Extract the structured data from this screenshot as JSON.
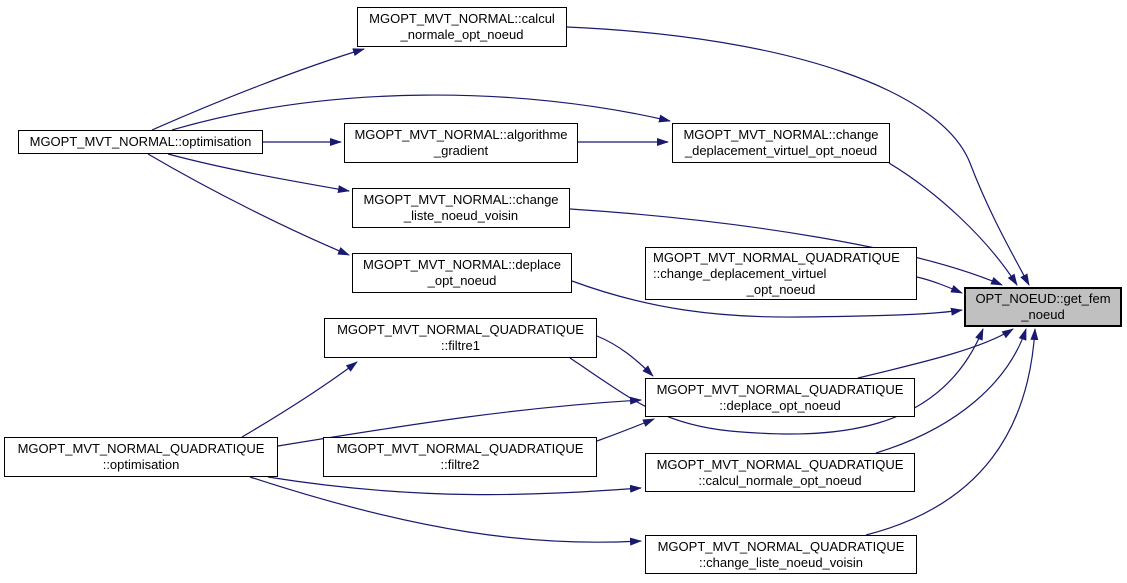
{
  "diagram": {
    "type": "call-graph",
    "colors": {
      "edge": "#191970",
      "node_fill": "#ffffff",
      "node_border": "#000000",
      "target_fill": "#c0c0c0",
      "text": "#000000",
      "background": "#ffffff"
    },
    "target_node": "opt-noeud-get-fem-noeud",
    "nodes": [
      {
        "id": "n-calcul-normale",
        "lines": [
          "MGOPT_MVT_NORMAL::calcul",
          "_normale_opt_noeud"
        ]
      },
      {
        "id": "n-optimisation",
        "lines": [
          "MGOPT_MVT_NORMAL::optimisation"
        ]
      },
      {
        "id": "n-algorithme-gradient",
        "lines": [
          "MGOPT_MVT_NORMAL::algorithme",
          "_gradient"
        ]
      },
      {
        "id": "n-change-deplacement",
        "lines": [
          "MGOPT_MVT_NORMAL::change",
          "_deplacement_virtuel_opt_noeud"
        ]
      },
      {
        "id": "n-change-liste",
        "lines": [
          "MGOPT_MVT_NORMAL::change",
          "_liste_noeud_voisin"
        ]
      },
      {
        "id": "n-deplace",
        "lines": [
          "MGOPT_MVT_NORMAL::deplace",
          "_opt_noeud"
        ]
      },
      {
        "id": "q-change-deplacement",
        "lines": [
          "MGOPT_MVT_NORMAL_QUADRATIQUE",
          "::change_deplacement_virtuel",
          "_opt_noeud"
        ]
      },
      {
        "id": "q-filtre1",
        "lines": [
          "MGOPT_MVT_NORMAL_QUADRATIQUE",
          "::filtre1"
        ]
      },
      {
        "id": "q-optimisation",
        "lines": [
          "MGOPT_MVT_NORMAL_QUADRATIQUE",
          "::optimisation"
        ]
      },
      {
        "id": "q-filtre2",
        "lines": [
          "MGOPT_MVT_NORMAL_QUADRATIQUE",
          "::filtre2"
        ]
      },
      {
        "id": "q-deplace",
        "lines": [
          "MGOPT_MVT_NORMAL_QUADRATIQUE",
          "::deplace_opt_noeud"
        ]
      },
      {
        "id": "q-calcul-normale",
        "lines": [
          "MGOPT_MVT_NORMAL_QUADRATIQUE",
          "::calcul_normale_opt_noeud"
        ]
      },
      {
        "id": "q-change-liste",
        "lines": [
          "MGOPT_MVT_NORMAL_QUADRATIQUE",
          "::change_liste_noeud_voisin"
        ]
      },
      {
        "id": "opt-noeud-get-fem-noeud",
        "lines": [
          "OPT_NOEUD::get_fem",
          "_noeud"
        ],
        "is_target": true
      }
    ],
    "edges": [
      {
        "from": "n-optimisation",
        "to": "n-calcul-normale"
      },
      {
        "from": "n-optimisation",
        "to": "n-algorithme-gradient"
      },
      {
        "from": "n-optimisation",
        "to": "n-change-deplacement"
      },
      {
        "from": "n-optimisation",
        "to": "n-change-liste"
      },
      {
        "from": "n-optimisation",
        "to": "n-deplace"
      },
      {
        "from": "n-algorithme-gradient",
        "to": "n-change-deplacement"
      },
      {
        "from": "n-calcul-normale",
        "to": "opt-noeud-get-fem-noeud"
      },
      {
        "from": "n-change-deplacement",
        "to": "opt-noeud-get-fem-noeud"
      },
      {
        "from": "n-change-liste",
        "to": "opt-noeud-get-fem-noeud"
      },
      {
        "from": "n-deplace",
        "to": "opt-noeud-get-fem-noeud"
      },
      {
        "from": "q-change-deplacement",
        "to": "opt-noeud-get-fem-noeud"
      },
      {
        "from": "q-optimisation",
        "to": "q-filtre1"
      },
      {
        "from": "q-optimisation",
        "to": "q-deplace"
      },
      {
        "from": "q-optimisation",
        "to": "q-calcul-normale"
      },
      {
        "from": "q-optimisation",
        "to": "q-change-liste"
      },
      {
        "from": "q-filtre1",
        "to": "q-deplace"
      },
      {
        "from": "q-filtre1",
        "to": "opt-noeud-get-fem-noeud"
      },
      {
        "from": "q-filtre2",
        "to": "q-deplace"
      },
      {
        "from": "q-deplace",
        "to": "opt-noeud-get-fem-noeud"
      },
      {
        "from": "q-calcul-normale",
        "to": "opt-noeud-get-fem-noeud"
      },
      {
        "from": "q-change-liste",
        "to": "opt-noeud-get-fem-noeud"
      }
    ]
  }
}
